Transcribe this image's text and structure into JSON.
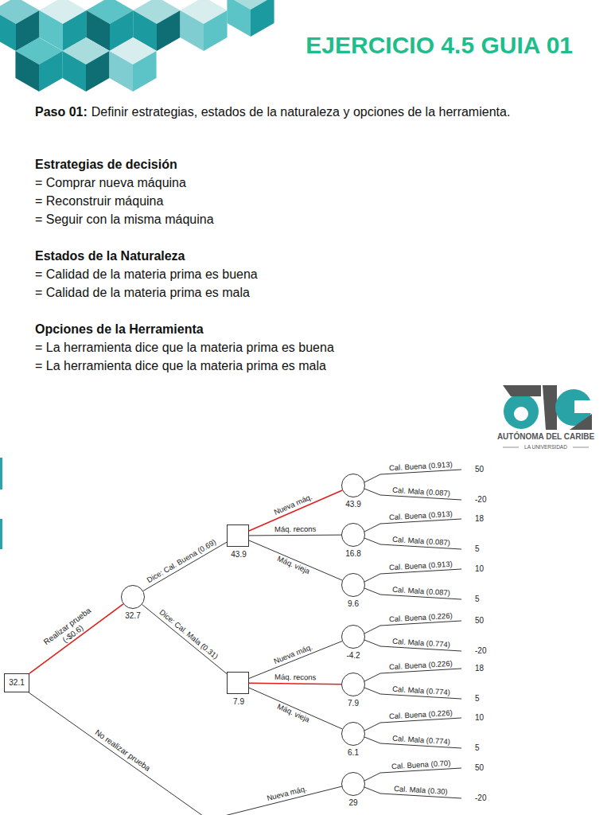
{
  "diagram": {
    "title": "EJERCICIO 4.5 GUIA 01",
    "nodes": [
      {
        "text": [
          "32.1"
        ]
      },
      {
        "text": [
          "32.7"
        ]
      },
      {
        "text": [
          "43.9"
        ]
      },
      {
        "text": [
          "43.9"
        ]
      },
      {
        "text": [
          "16.8"
        ]
      },
      {
        "text": [
          "9.6"
        ]
      },
      {
        "text": [
          "7.9"
        ]
      },
      {
        "text": [
          "-4.2"
        ]
      },
      {
        "text": [
          "7.9"
        ]
      },
      {
        "text": [
          "6.1"
        ]
      },
      {
        "text": [
          "29"
        ]
      }
    ],
    "edges": [
      {
        "from": 0,
        "to": 1,
        "arrow": "none",
        "label": "Realizar prueba (-$0.6)"
      },
      {
        "from": 1,
        "to": 2,
        "arrow": "none",
        "label": "Dice: Cal. Buena (0.69)"
      },
      {
        "from": 1,
        "to": 6,
        "arrow": "none",
        "label": "Dice: Cal. Mala (0.31)"
      },
      {
        "from": 2,
        "to": 3,
        "arrow": "none",
        "label": "Nueva máq."
      },
      {
        "from": 2,
        "to": 4,
        "arrow": "none",
        "label": "Máq. recons"
      },
      {
        "from": 2,
        "to": 5,
        "arrow": "none",
        "label": "Máq. vieja"
      },
      {
        "from": 6,
        "to": 7,
        "arrow": "none",
        "label": "Nueva máq."
      },
      {
        "from": 6,
        "to": 8,
        "arrow": "none",
        "label": "Máq. recons"
      },
      {
        "from": 6,
        "to": 9,
        "arrow": "none",
        "label": "Máq. vieja"
      }
    ],
    "labels": [
      "Paso 01:",
      "Definir estrategias, estados de la naturaleza y opciones de la herramienta.",
      "Estrategias de decisión",
      "= Comprar nueva máquina",
      "= Reconstruir máquina",
      "= Seguir con la misma máquina",
      "Estados de la Naturaleza",
      "= Calidad de la materia prima es buena",
      "= Calidad de la materia prima es mala",
      "Opciones de la Herramienta",
      "= La herramienta dice que la materia prima es buena",
      "= La herramienta dice que la materia prima es mala",
      "AUTÓNOMA DEL CARIBE",
      "LA UNIVERSIDAD",
      "Cal. Buena (0.913)",
      "50",
      "Cal. Mala (0.087)",
      "-20",
      "Cal. Buena (0.913)",
      "18",
      "Cal. Mala (0.087)",
      "5",
      "Cal. Buena (0.913)",
      "10",
      "Cal. Mala (0.087)",
      "5",
      "Cal. Buena (0.226)",
      "50",
      "Cal. Mala (0.774)",
      "-20",
      "Cal. Buena (0.226)",
      "18",
      "Cal. Mala (0.774)",
      "5",
      "Cal. Buena (0.226)",
      "10",
      "Cal. Mala (0.774)",
      "5",
      "Cal. Buena (0.70)",
      "50",
      "Cal. Mala (0.30)",
      "-20",
      "No realizar prueba",
      "Nueva máq."
    ]
  }
}
